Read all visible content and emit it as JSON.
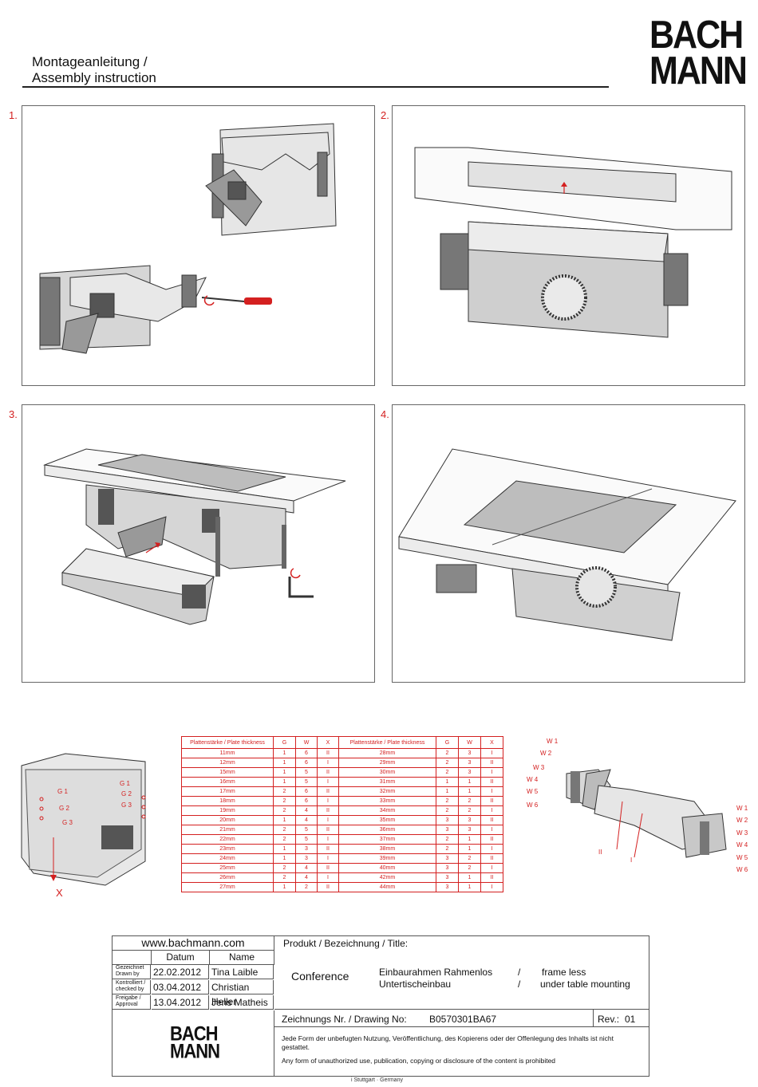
{
  "header": {
    "title_line1": "Montageanleitung /",
    "title_line2": "Assembly instruction",
    "logo_line1": "BACH",
    "logo_line2": "MANN"
  },
  "steps": [
    {
      "number": "1."
    },
    {
      "number": "2."
    },
    {
      "number": "3."
    },
    {
      "number": "4."
    }
  ],
  "detail": {
    "g_labels": [
      "G 1",
      "G 2",
      "G 3"
    ],
    "g_labels_right": [
      "G 1",
      "G 2",
      "G 3"
    ],
    "x_label": "X",
    "w_labels_left": [
      "W 1",
      "W 2",
      "W 3",
      "W 4",
      "W 5",
      "W 6"
    ],
    "w_labels_right": [
      "W 1",
      "W 2",
      "W 3",
      "W 4",
      "W 5",
      "W 6"
    ],
    "roman_ii": "II",
    "roman_i": "I"
  },
  "spec_table": {
    "headers": [
      "Plattenstärke / Plate thickness",
      "G",
      "W",
      "X",
      "Plattenstärke / Plate thickness",
      "G",
      "W",
      "X"
    ],
    "rows": [
      [
        "11mm",
        "1",
        "6",
        "II",
        "28mm",
        "2",
        "3",
        "I"
      ],
      [
        "12mm",
        "1",
        "6",
        "I",
        "29mm",
        "2",
        "3",
        "II"
      ],
      [
        "15mm",
        "1",
        "5",
        "II",
        "30mm",
        "2",
        "3",
        "I"
      ],
      [
        "16mm",
        "1",
        "5",
        "I",
        "31mm",
        "1",
        "1",
        "II"
      ],
      [
        "17mm",
        "2",
        "6",
        "II",
        "32mm",
        "1",
        "1",
        "I"
      ],
      [
        "18mm",
        "2",
        "6",
        "I",
        "33mm",
        "2",
        "2",
        "II"
      ],
      [
        "19mm",
        "2",
        "4",
        "II",
        "34mm",
        "2",
        "2",
        "I"
      ],
      [
        "20mm",
        "1",
        "4",
        "I",
        "35mm",
        "3",
        "3",
        "II"
      ],
      [
        "21mm",
        "2",
        "5",
        "II",
        "36mm",
        "3",
        "3",
        "I"
      ],
      [
        "22mm",
        "2",
        "5",
        "I",
        "37mm",
        "2",
        "1",
        "II"
      ],
      [
        "23mm",
        "1",
        "3",
        "II",
        "38mm",
        "2",
        "1",
        "I"
      ],
      [
        "24mm",
        "1",
        "3",
        "I",
        "39mm",
        "3",
        "2",
        "II"
      ],
      [
        "25mm",
        "2",
        "4",
        "II",
        "40mm",
        "3",
        "2",
        "I"
      ],
      [
        "26mm",
        "2",
        "4",
        "I",
        "42mm",
        "3",
        "1",
        "II"
      ],
      [
        "27mm",
        "1",
        "2",
        "II",
        "44mm",
        "3",
        "1",
        "I"
      ]
    ]
  },
  "title_block": {
    "website": "www.bachmann.com",
    "col_datum": "Datum",
    "col_name": "Name",
    "rows": [
      {
        "role_de": "Gezeichnet",
        "role_en": "Drawn by",
        "date": "22.02.2012",
        "name": "Tina Laible"
      },
      {
        "role_de": "Kontrolliert /",
        "role_en": "checked by",
        "date": "03.04.2012",
        "name": "Christian Heller"
      },
      {
        "role_de": "Freigabe /",
        "role_en": "Approval",
        "date": "13.04.2012",
        "name": "Jens Matheis"
      }
    ],
    "product_label": "Produkt / Bezeichnung / Title:",
    "product_name": "Conference",
    "desc_de_1": "Einbaurahmen Rahmenlos",
    "desc_de_2": "Untertischeinbau",
    "slash1": "/",
    "slash2": "/",
    "desc_en_1": "frame less",
    "desc_en_2": "under table mounting",
    "drawing_label": "Zeichnungs Nr. / Drawing No:",
    "drawing_no": "B0570301BA67",
    "rev_label": "Rev.:",
    "rev_value": "01",
    "notice_de": "Jede Form der unbefugten Nutzung, Veröffentlichung, des Kopierens oder der Offenlegung des Inhalts ist nicht gestattet.",
    "notice_en": "Any form of unauthorized use, publication, copying or disclosure of the content is prohibited",
    "logo_line1": "BACH",
    "logo_line2": "MANN"
  },
  "footer": {
    "fragment": "i Stuttgart · Germany"
  }
}
